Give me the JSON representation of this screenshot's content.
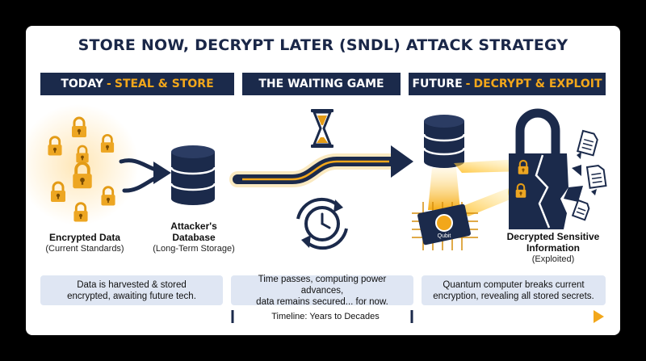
{
  "title": "STORE NOW, DECRYPT LATER (SNDL) ATTACK STRATEGY",
  "headers": {
    "today": {
      "prefix": "TODAY",
      "sep": "-",
      "accent": "STEAL & STORE"
    },
    "waiting": {
      "text": "THE WAITING GAME"
    },
    "future": {
      "prefix": "FUTURE",
      "sep": "-",
      "accent": "DECRYPT & EXPLOIT"
    }
  },
  "labels": {
    "encrypted": {
      "bold": "Encrypted Data",
      "sub": "(Current Standards)"
    },
    "database": {
      "bold1": "Attacker's",
      "bold2": "Database",
      "sub": "(Long-Term Storage)"
    },
    "decrypted": {
      "bold1": "Decrypted Sensitive",
      "bold2": "Information",
      "sub": "(Exploited)"
    }
  },
  "chip_text": "Qubit",
  "boxes": {
    "today": [
      "Data is harvested & stored",
      "encrypted, awaiting future tech."
    ],
    "waiting": [
      "Time passes, computing power advances,",
      "data remains secured... for now."
    ],
    "future": [
      "Quantum computer breaks current",
      "encryption, revealing all stored secrets."
    ]
  },
  "timeline_label": "Timeline: Years to Decades",
  "colors": {
    "navy": "#1b2a4b",
    "gold": "#f2a71b",
    "panel": "#dfe6f3"
  }
}
